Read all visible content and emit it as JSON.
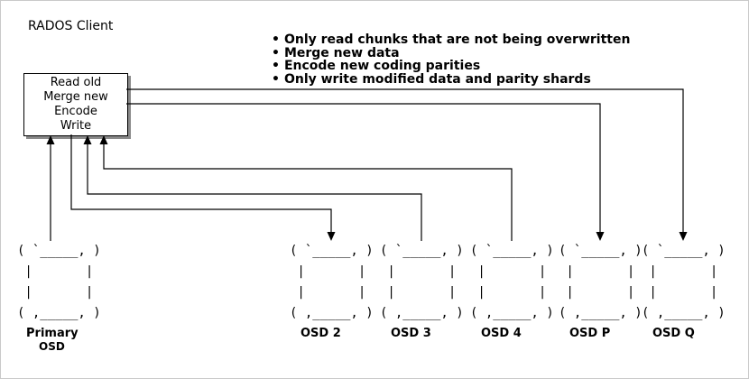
{
  "client": {
    "title": "RADOS Client",
    "steps": [
      "Read old",
      "Merge new",
      "Encode",
      "Write"
    ]
  },
  "notes": [
    "Only read chunks that are not being overwritten",
    "Merge new data",
    "Encode new coding parities",
    "Only write modified data and parity shards"
  ],
  "cylinder_art": "( `_____, )\n |       | \n |       | \n( ,_____, )",
  "osds": [
    {
      "label": "Primary",
      "sublabel": "OSD"
    },
    {
      "label": "OSD 2"
    },
    {
      "label": "OSD 3"
    },
    {
      "label": "OSD 4"
    },
    {
      "label": "OSD P"
    },
    {
      "label": "OSD Q"
    }
  ]
}
